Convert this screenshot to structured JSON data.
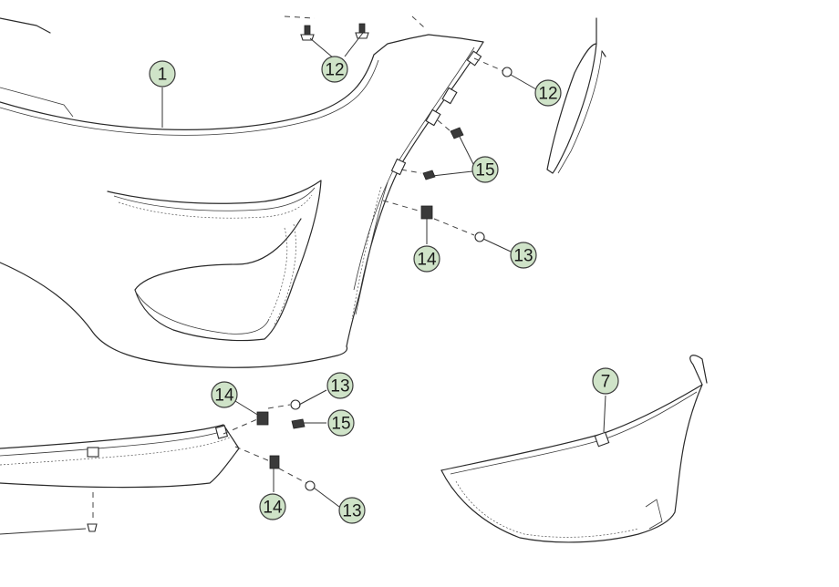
{
  "callouts": [
    {
      "label": "1"
    },
    {
      "label": "12"
    },
    {
      "label": "12"
    },
    {
      "label": "15"
    },
    {
      "label": "14"
    },
    {
      "label": "13"
    },
    {
      "label": "7"
    },
    {
      "label": "14"
    },
    {
      "label": "13"
    },
    {
      "label": "15"
    },
    {
      "label": "14"
    },
    {
      "label": "13"
    }
  ],
  "colors": {
    "callout_fill": "#cfe3c8",
    "outline": "#2a2a2a"
  }
}
